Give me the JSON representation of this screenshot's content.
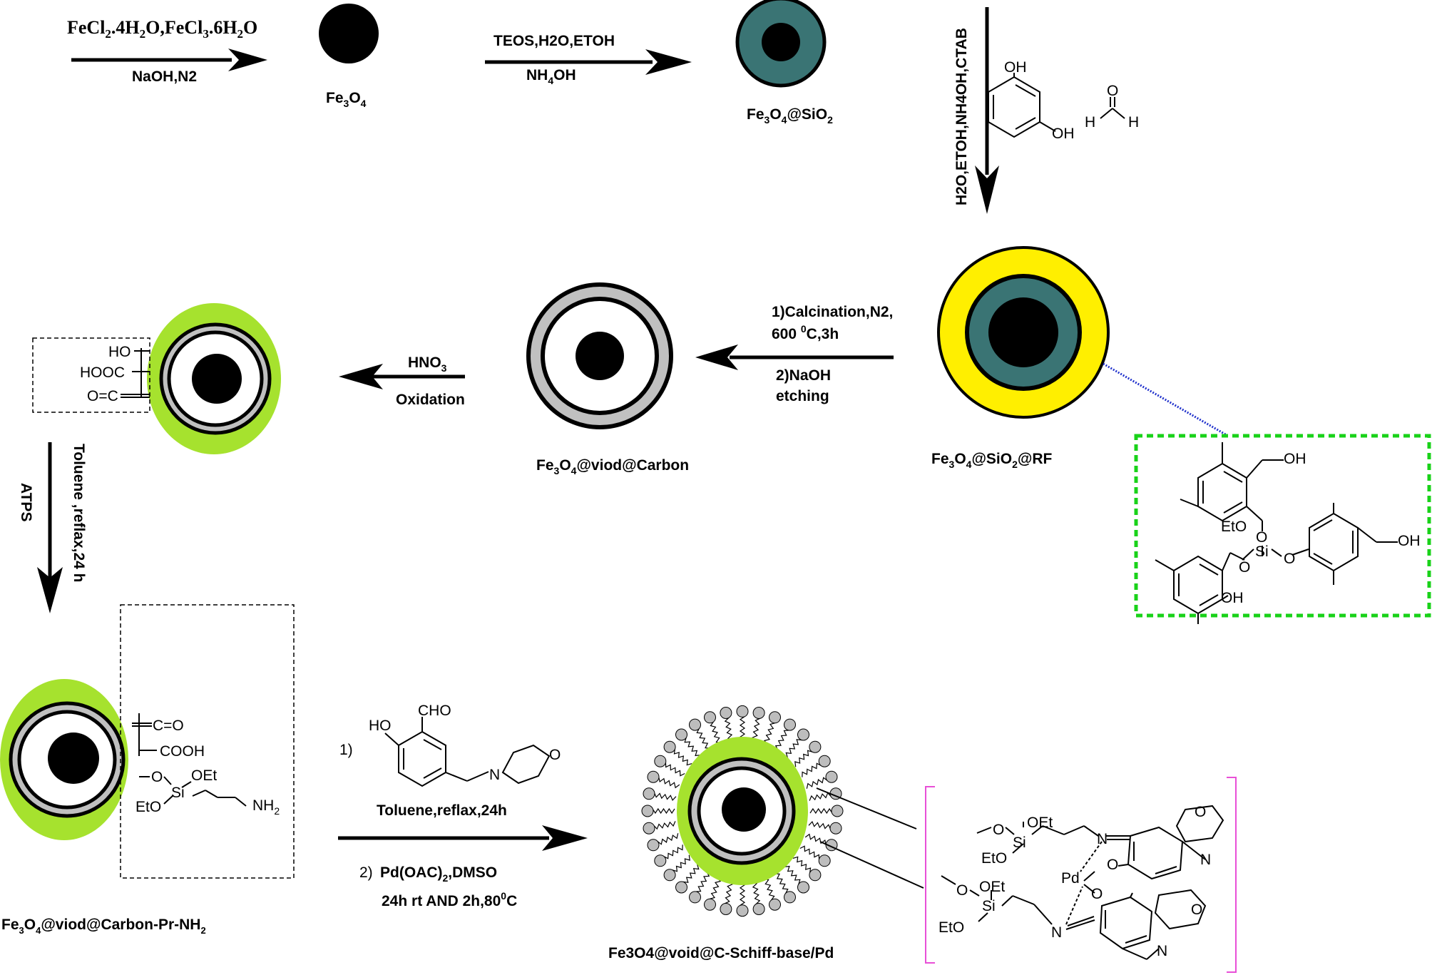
{
  "step1": {
    "reagents_top": [
      "FeCl",
      "2",
      ".4H",
      "2",
      "O,FeCl",
      "3",
      ".6H",
      "2",
      "O"
    ],
    "reagents_bottom": "NaOH,N2",
    "product": [
      "Fe",
      "3",
      "O",
      "4"
    ]
  },
  "step2": {
    "reagents_top": "TEOS,H2O,ETOH",
    "reagents_bottom": [
      "NH",
      "4",
      "OH"
    ],
    "product": [
      "Fe",
      "3",
      "O",
      "4",
      "@SiO",
      "2"
    ]
  },
  "step3": {
    "conditions_vertical": "H2O,ETOH,NH4OH,CTAB",
    "resorcinol_oh_top": "OH",
    "resorcinol_oh_bottom": "OH",
    "formaldehyde_o": "O",
    "formaldehyde_h_left": "H",
    "formaldehyde_h_right": "H",
    "product": [
      "Fe",
      "3",
      "O",
      "4",
      "@SiO",
      "2",
      "@RF"
    ]
  },
  "rf_structure": {
    "oh1": "OH",
    "o1": "O",
    "eto": "EtO",
    "si": "Si",
    "o2": "O",
    "o3": "O",
    "oh2": "OH",
    "oh3": "OH"
  },
  "step4": {
    "line1": "1)Calcination,N2,",
    "line2_pre": "600 ",
    "line2_sup": "0",
    "line2_post": "C,3h",
    "line3": "2)NaOH",
    "line4": "etching",
    "product": [
      "Fe",
      "3",
      "O",
      "4",
      "@viod@Carbon"
    ]
  },
  "step5": {
    "reagent_top": [
      "HNO",
      "3"
    ],
    "reagent_bottom": "Oxidation",
    "groups": [
      "HO",
      "HOOC",
      "O"
    ]
  },
  "step6": {
    "conditions": "Toluene ,reflax,24 h",
    "reagent": "ATPS"
  },
  "step7": {
    "groups": [
      "C=O",
      "COOH",
      "O",
      "Si",
      "OEt",
      "EtO",
      "NH2"
    ],
    "eto_label": "EtO",
    "oet_label": "OEt",
    "si_label": "Si",
    "o_label": "O",
    "nh2_label": [
      "NH",
      "2"
    ],
    "co_label": "=O",
    "cooh_label": "COOH",
    "product": [
      "Fe",
      "3",
      "O",
      "4",
      "@viod@Carbon-Pr-NH",
      "2"
    ]
  },
  "step8": {
    "num1": "1)",
    "cho": "CHO",
    "ho": "HO",
    "n_label": "N",
    "o_label": "O",
    "conditions1": "Toluene,reflax,24h",
    "num2": "2)",
    "conditions2": [
      "Pd(OAC)",
      "2",
      ",DMSO"
    ],
    "conditions3_pre": "24h rt AND 2h,80",
    "conditions3_sup": "0",
    "conditions3_post": "C",
    "product": "Fe3O4@void@C-Schiff-base/Pd"
  },
  "pd_complex": {
    "oet1": "OEt",
    "o1": "O",
    "si1": "Si",
    "eto1": "EtO",
    "n1": "N",
    "o2": "O",
    "pd": "Pd",
    "o3": "O",
    "n_morph1": "N",
    "o_morph1": "O",
    "oet2": "OEt",
    "o4": "O",
    "si2": "Si",
    "eto2": "EtO",
    "n2": "N",
    "n_morph2": "N",
    "o_morph2": "O"
  },
  "colors": {
    "core": "#000000",
    "silica": "#3a7474",
    "rf": "#ffef00",
    "carbon": "#c0c0c0",
    "functional": "#a6e22e",
    "box_green": "#19d219",
    "bracket": "#e84fd7",
    "dotted_link": "#2233cc"
  }
}
